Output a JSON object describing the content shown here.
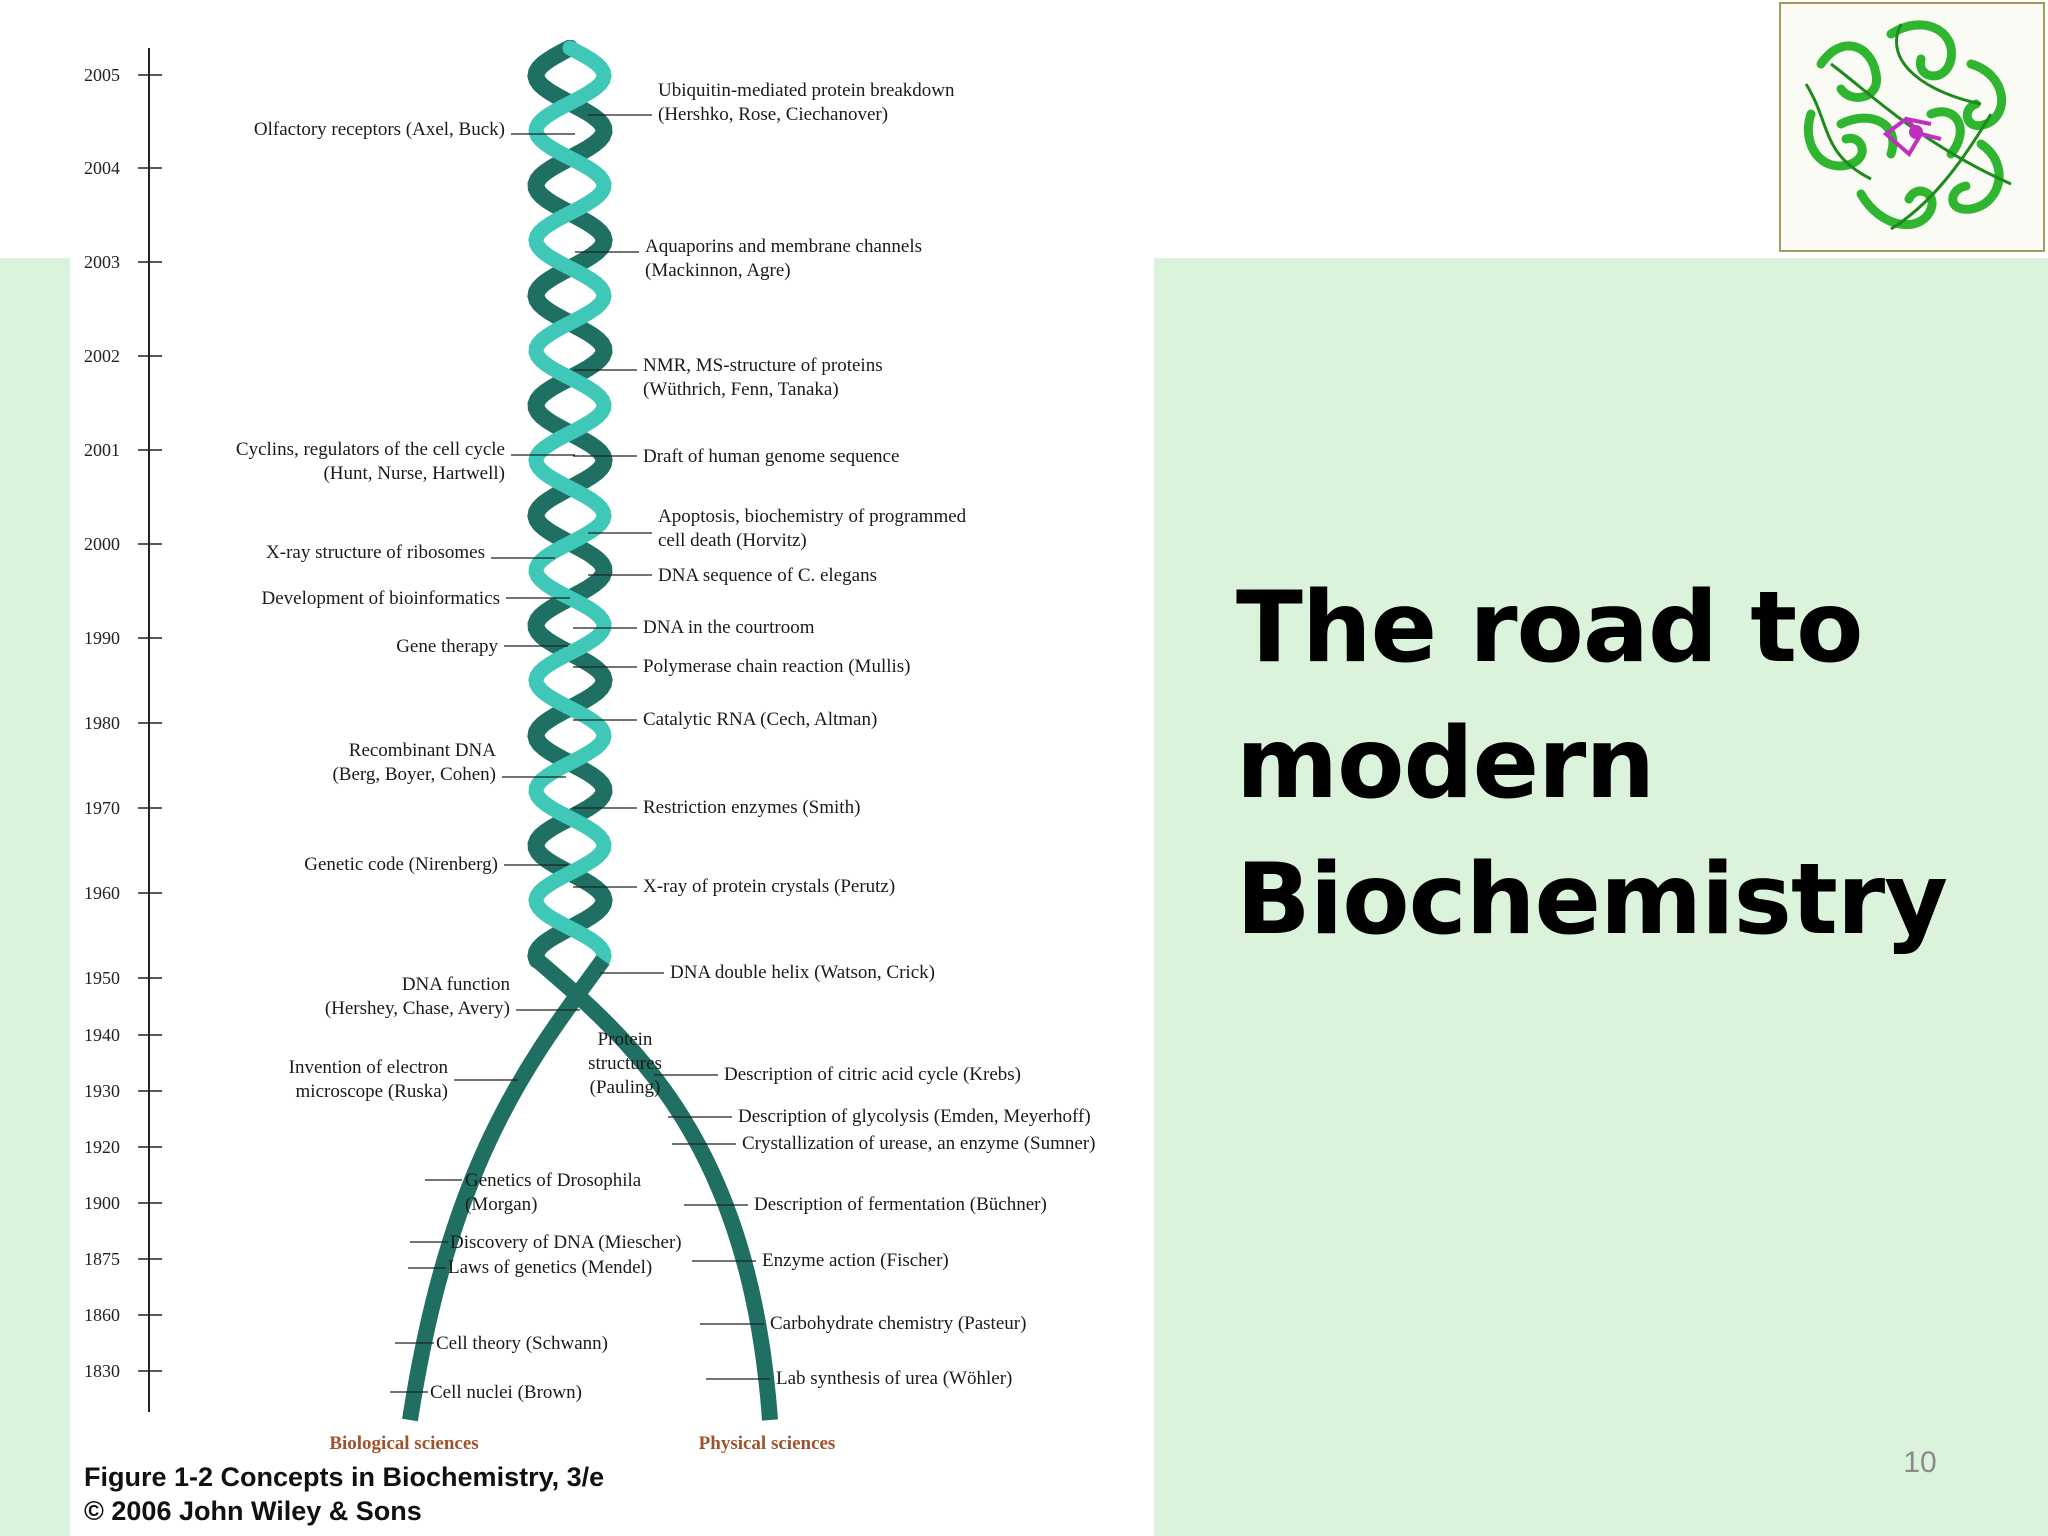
{
  "slide": {
    "title_lines": [
      "The road to",
      "modern",
      "Biochemistry"
    ],
    "page_number": "10",
    "accent_colors": {
      "background_green": "#daf3da",
      "helix_light": "#3fc8b8",
      "helix_dark": "#1f6f63"
    }
  },
  "figure": {
    "caption_line1": "Figure 1-2  Concepts in Biochemistry, 3/e",
    "caption_line2": "© 2006 John Wiley & Sons",
    "footer_left": "Biological sciences",
    "footer_right": "Physical sciences",
    "footer_color": "#a0522d",
    "years": [
      "2005",
      "2004",
      "2003",
      "2002",
      "2001",
      "2000",
      "1990",
      "1980",
      "1970",
      "1960",
      "1950",
      "1940",
      "1930",
      "1920",
      "1900",
      "1875",
      "1860",
      "1830"
    ],
    "left_labels": [
      [
        "Olfactory receptors (Axel, Buck)"
      ],
      [
        "Cyclins, regulators of the cell cycle",
        "(Hunt, Nurse, Hartwell)"
      ],
      [
        "X-ray structure of ribosomes"
      ],
      [
        "Development of bioinformatics"
      ],
      [
        "Gene therapy"
      ],
      [
        "Recombinant DNA",
        "(Berg, Boyer, Cohen)"
      ],
      [
        "Genetic code (Nirenberg)"
      ],
      [
        "DNA function",
        "(Hershey, Chase, Avery)"
      ],
      [
        "Invention of electron",
        "microscope (Ruska)"
      ]
    ],
    "center_labels": [
      [
        "Protein",
        "structures",
        "(Pauling)"
      ],
      [
        "Genetics of Drosophila",
        "(Morgan)"
      ],
      [
        "Discovery of DNA (Miescher)"
      ],
      [
        "Laws of genetics (Mendel)"
      ],
      [
        "Cell theory (Schwann)"
      ],
      [
        "Cell nuclei (Brown)"
      ]
    ],
    "right_labels": [
      [
        "Ubiquitin-mediated protein breakdown",
        "(Hershko, Rose, Ciechanover)"
      ],
      [
        "Aquaporins and membrane channels",
        "(Mackinnon, Agre)"
      ],
      [
        "NMR, MS-structure of proteins",
        "(Wüthrich, Fenn, Tanaka)"
      ],
      [
        "Draft of human genome sequence"
      ],
      [
        "Apoptosis, biochemistry of programmed",
        "cell death (Horvitz)"
      ],
      [
        "DNA sequence of C. elegans"
      ],
      [
        "DNA in the courtroom"
      ],
      [
        "Polymerase chain reaction (Mullis)"
      ],
      [
        "Catalytic RNA (Cech, Altman)"
      ],
      [
        "Restriction enzymes (Smith)"
      ],
      [
        "X-ray of protein crystals (Perutz)"
      ],
      [
        "DNA double helix (Watson, Crick)"
      ],
      [
        "Description of citric acid cycle (Krebs)"
      ],
      [
        "Description of glycolysis (Emden, Meyerhoff)"
      ],
      [
        "Crystallization of urease, an enzyme (Sumner)"
      ],
      [
        "Description of fermentation (Büchner)"
      ],
      [
        "Enzyme action (Fischer)"
      ],
      [
        "Carbohydrate chemistry (Pasteur)"
      ],
      [
        "Lab synthesis of urea (Wöhler)"
      ]
    ]
  },
  "protein_image": {
    "name": "protein-ribbon-structure",
    "colors": [
      "#2fb52f",
      "#c030c0"
    ]
  }
}
